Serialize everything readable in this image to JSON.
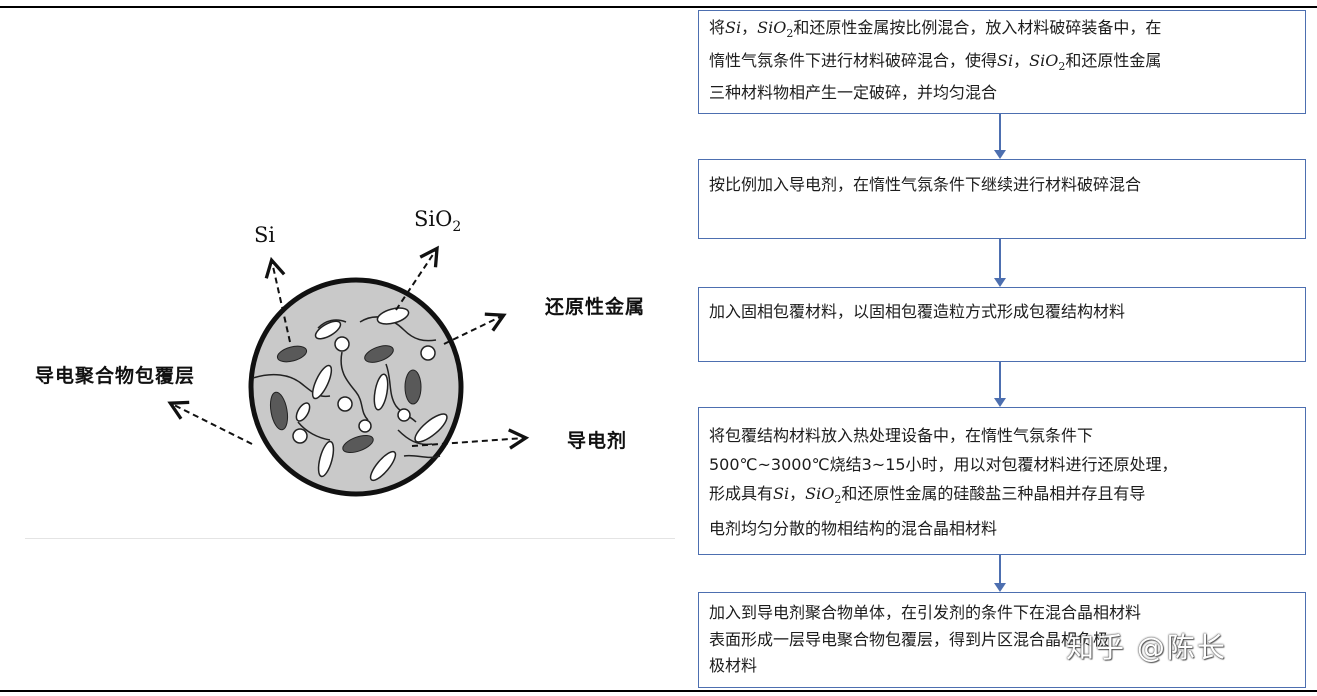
{
  "particle": {
    "label_si": "Si",
    "label_sio2_main": "SiO",
    "label_sio2_sub": "2",
    "label_metal": "还原性金属",
    "label_coating": "导电聚合物包覆层",
    "label_agent": "导电剂"
  },
  "flow": {
    "step1": {
      "t1": "将",
      "s1": "Si",
      "t2": "，",
      "s2a": "SiO",
      "s2b": "2",
      "t3": "和还原性金属按比例混合，放入材料破碎装备中，在",
      "line2a": "惰性气氛条件下进行材料破碎混合，使得",
      "s3": "Si",
      "t4": "，",
      "s4a": "SiO",
      "s4b": "2",
      "t5": "和还原性金属",
      "line3": "三种材料物相产生一定破碎，并均匀混合"
    },
    "step2": "按比例加入导电剂，在惰性气氛条件下继续进行材料破碎混合",
    "step3": "加入固相包覆材料，以固相包覆造粒方式形成包覆结构材料",
    "step4": {
      "line1": "将包覆结构材料放入热处理设备中，在惰性气氛条件下",
      "line2": "500℃~3000℃烧结3~15小时，用以对包覆材料进行还原处理，",
      "line3a": "形成具有",
      "s1": "Si",
      "t1": "，",
      "s2a": "SiO",
      "s2b": "2",
      "line3b": "和还原性金属的硅酸盐三种晶相并存且有导",
      "line4": "电剂均匀分散的物相结构的混合晶相材料"
    },
    "step5": {
      "line1": "加入到导电剂聚合物单体，在引发剂的条件下在混合晶相材料",
      "line2": "表面形成一层导电聚合物包覆层，得到片区混合晶相负极",
      "line3": "极材料"
    }
  },
  "watermark": "知乎 @陈长",
  "colors": {
    "flow_border": "#4d6fb0",
    "particle_fill": "#c9c9c9",
    "dark_phase": "#595959"
  }
}
